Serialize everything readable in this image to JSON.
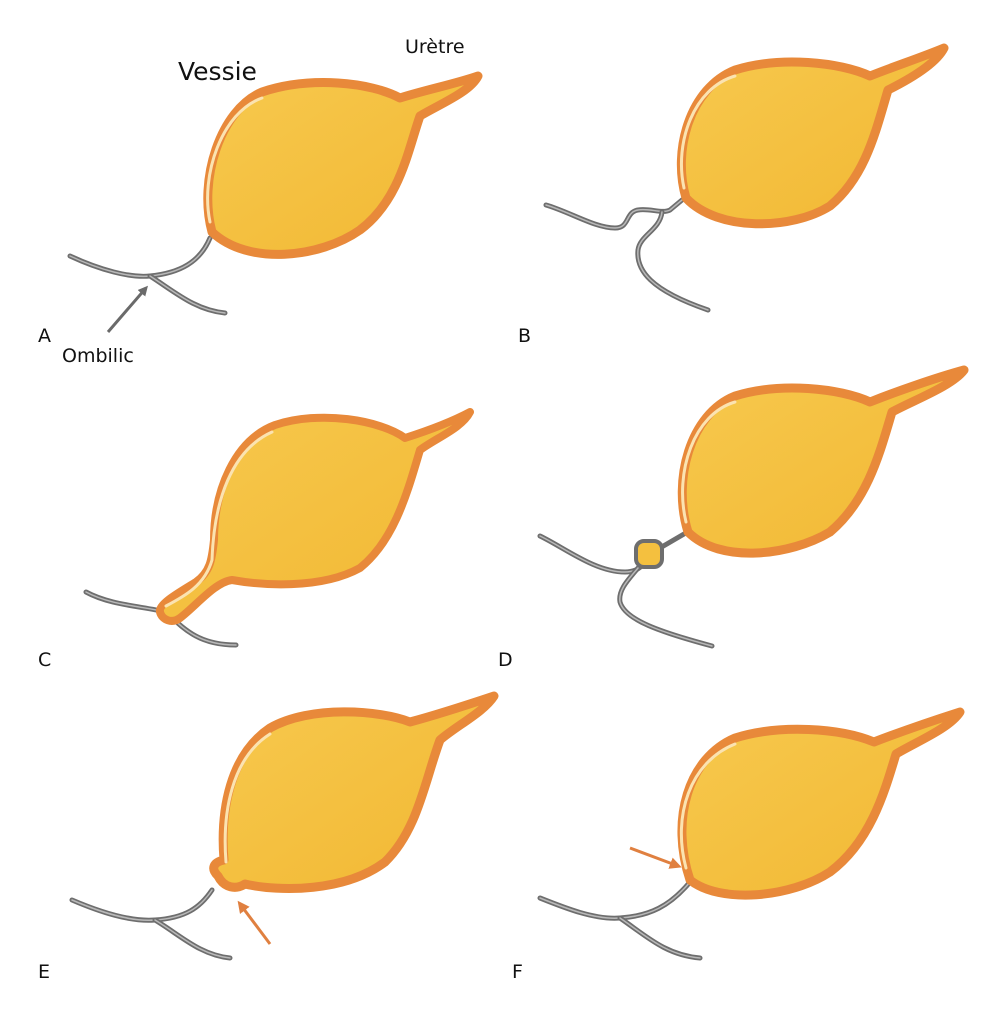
{
  "labels": {
    "vessie": "Vessie",
    "uretre": "Urètre",
    "ombilic": "Ombilic"
  },
  "panels": [
    {
      "letter": "A"
    },
    {
      "letter": "B"
    },
    {
      "letter": "C"
    },
    {
      "letter": "D"
    },
    {
      "letter": "E"
    },
    {
      "letter": "F"
    }
  ],
  "colors": {
    "bladder_fill": "#F4C03F",
    "bladder_rim": "#E8893A",
    "rim_highlight": "#FBE3B0",
    "cord": "#6E6E6E",
    "cord_highlight": "#B9B9B9",
    "arrow_gray": "#6A6A6A",
    "arrow_orange": "#E08040"
  },
  "icons": {
    "bladder": "bladder-shape",
    "umbilical_cord": "gray-tube",
    "pointer_arrow": "arrow-icon"
  }
}
